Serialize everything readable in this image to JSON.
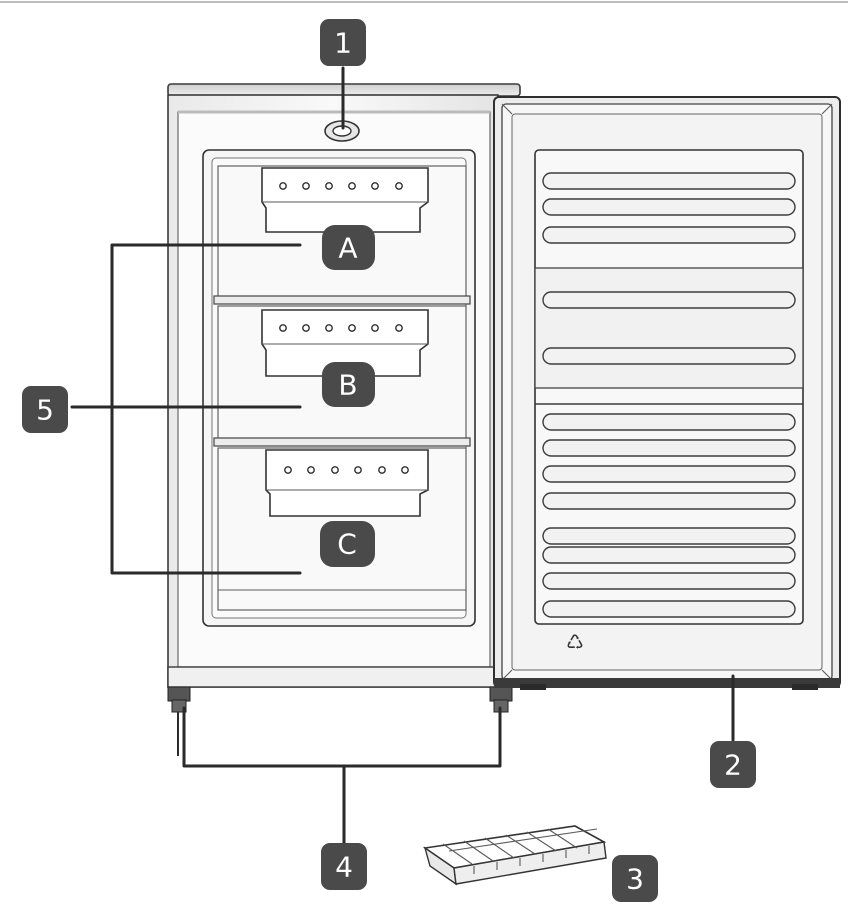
{
  "diagram": {
    "callouts": {
      "c1": "1",
      "c2": "2",
      "c3": "3",
      "c4": "4",
      "c5": "5",
      "drawer_a": "A",
      "drawer_b": "B",
      "drawer_c": "C"
    },
    "door_symbol": "♺",
    "colors": {
      "badge": "#4a4a4a",
      "badge_text": "#ffffff",
      "outline": "#2a2a2a",
      "panel": "#f4f4f4"
    }
  }
}
